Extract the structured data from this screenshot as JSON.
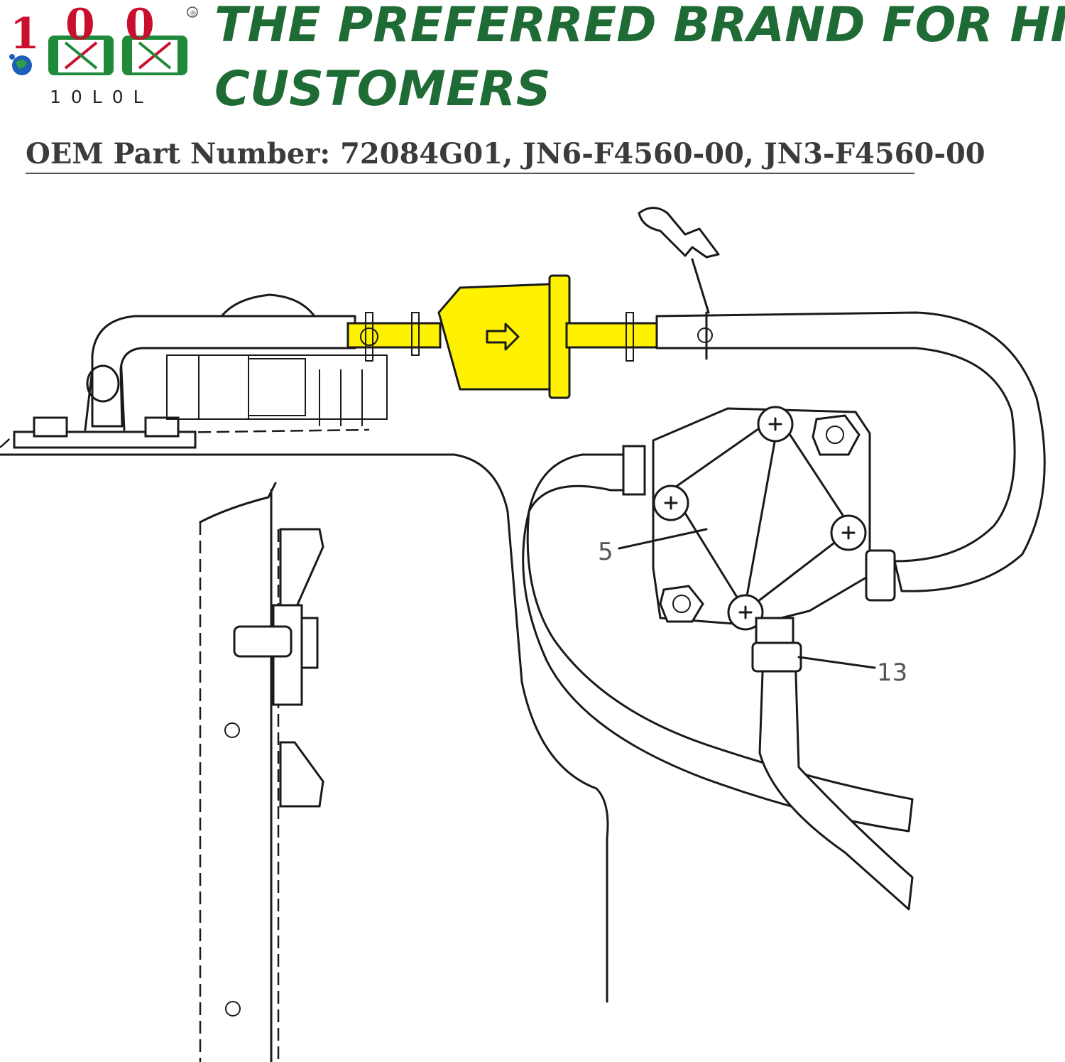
{
  "brand": {
    "logo_digits": [
      "1",
      "0",
      "0"
    ],
    "logo_wordmark": "10L0L",
    "registered_mark": "®"
  },
  "headline": {
    "line1": "THE PREFERRED BRAND FOR HIGH-END",
    "line2": "CUSTOMERS"
  },
  "oem": {
    "text": "OEM Part Number: 72084G01, JN6-F4560-00, JN3-F4560-00"
  },
  "diagram": {
    "callouts": {
      "pump": "5",
      "clamp": "13"
    },
    "colors": {
      "highlight": "#fff200",
      "headline": "#1f6b35",
      "logo_red": "#c8102e",
      "logo_green": "#1f8a3a"
    }
  }
}
